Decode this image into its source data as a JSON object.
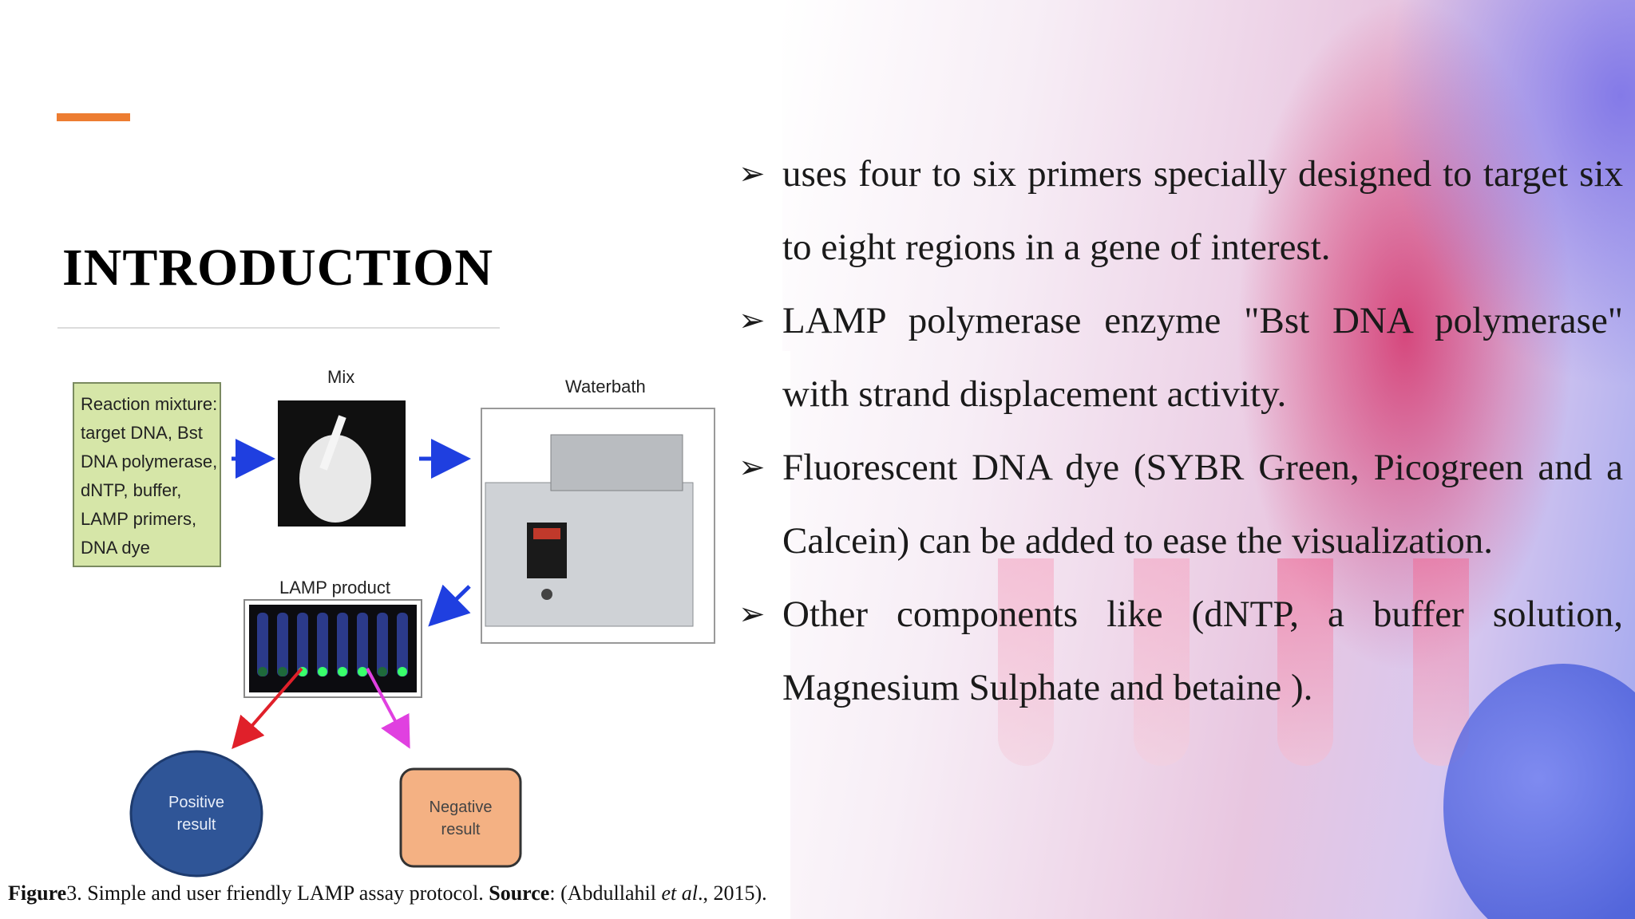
{
  "slide": {
    "title": "INTRODUCTION",
    "accent_color": "#ed7d31"
  },
  "figure": {
    "reaction_box_lines": [
      "Reaction mixture:",
      "target DNA, Bst",
      "DNA polymerase,",
      "dNTP, buffer,",
      "LAMP primers,",
      "DNA dye"
    ],
    "mix_label": "Mix",
    "waterbath_label": "Waterbath",
    "lamp_product_label": "LAMP product",
    "positive_lines": [
      "Positive",
      "result"
    ],
    "negative_lines": [
      "Negative",
      "result"
    ],
    "caption": {
      "figure_label": "Figure",
      "figure_number": "3",
      "text": ". Simple and user friendly LAMP assay protocol. ",
      "source_label": "Source",
      "source_text_pre": ": (Abdullahil ",
      "source_text_em": "et al",
      "source_text_post": "., 2015)."
    }
  },
  "bullets": [
    {
      "text": "uses four to six primers specially designed to target six to eight regions in a gene of interest."
    },
    {
      "text": "LAMP polymerase enzyme \"Bst DNA polymerase\" with strand displacement activity."
    },
    {
      "text": "Fluorescent DNA dye (SYBR Green, Picogreen and a Calcein) can be added to ease the visualization."
    },
    {
      "text": "Other components like (dNTP, a buffer solution, Magnesium Sulphate and betaine )."
    }
  ],
  "bullet_marker": "➢",
  "colors": {
    "reaction_box": "#d6e6a8",
    "positive_circle": "#2f5597",
    "negative_box": "#f4b183",
    "arrow_blue": "#1f3fe0",
    "arrow_red": "#e0202a",
    "arrow_magenta": "#e040e0"
  }
}
